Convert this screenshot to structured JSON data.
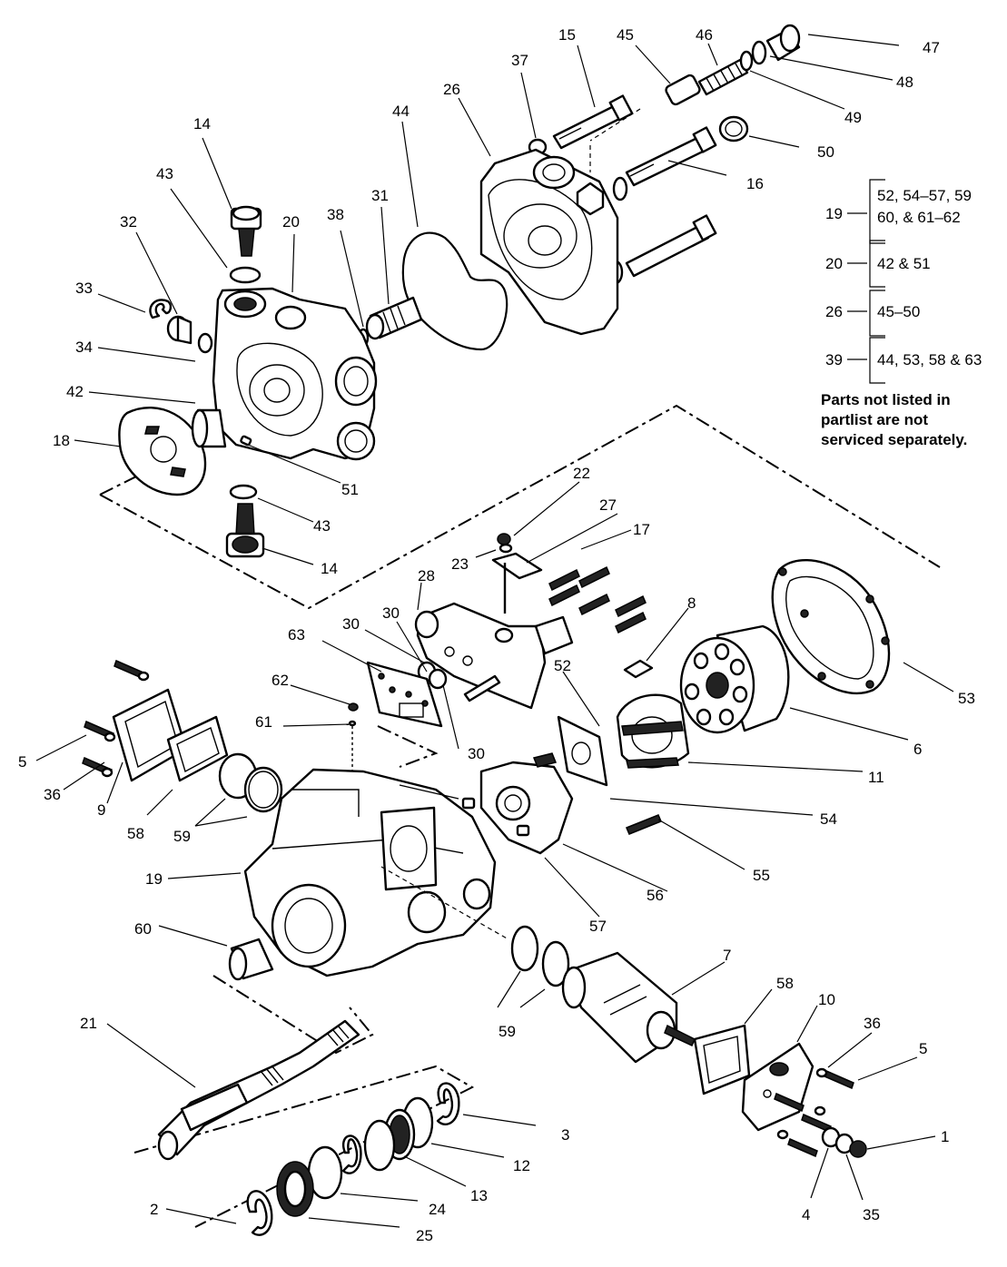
{
  "callouts": [
    {
      "id": "c15",
      "label": "15"
    },
    {
      "id": "c45",
      "label": "45"
    },
    {
      "id": "c46",
      "label": "46"
    },
    {
      "id": "c47",
      "label": "47"
    },
    {
      "id": "c48",
      "label": "48"
    },
    {
      "id": "c49",
      "label": "49"
    },
    {
      "id": "c50",
      "label": "50"
    },
    {
      "id": "c37",
      "label": "37"
    },
    {
      "id": "c26",
      "label": "26"
    },
    {
      "id": "c44",
      "label": "44"
    },
    {
      "id": "c16",
      "label": "16"
    },
    {
      "id": "c14a",
      "label": "14"
    },
    {
      "id": "c43a",
      "label": "43"
    },
    {
      "id": "c32",
      "label": "32"
    },
    {
      "id": "c20",
      "label": "20"
    },
    {
      "id": "c38",
      "label": "38"
    },
    {
      "id": "c31",
      "label": "31"
    },
    {
      "id": "c33",
      "label": "33"
    },
    {
      "id": "c34",
      "label": "34"
    },
    {
      "id": "c42",
      "label": "42"
    },
    {
      "id": "c18",
      "label": "18"
    },
    {
      "id": "c51",
      "label": "51"
    },
    {
      "id": "c43b",
      "label": "43"
    },
    {
      "id": "c14b",
      "label": "14"
    },
    {
      "id": "c22",
      "label": "22"
    },
    {
      "id": "c27",
      "label": "27"
    },
    {
      "id": "c17",
      "label": "17"
    },
    {
      "id": "c23",
      "label": "23"
    },
    {
      "id": "c28",
      "label": "28"
    },
    {
      "id": "c30a",
      "label": "30"
    },
    {
      "id": "c30b",
      "label": "30"
    },
    {
      "id": "c63",
      "label": "63"
    },
    {
      "id": "c8",
      "label": "8"
    },
    {
      "id": "c53",
      "label": "53"
    },
    {
      "id": "c62",
      "label": "62"
    },
    {
      "id": "c61",
      "label": "61"
    },
    {
      "id": "c52",
      "label": "52"
    },
    {
      "id": "c30c",
      "label": "30"
    },
    {
      "id": "c6",
      "label": "6"
    },
    {
      "id": "c11",
      "label": "11"
    },
    {
      "id": "c5a",
      "label": "5"
    },
    {
      "id": "c36a",
      "label": "36"
    },
    {
      "id": "c9",
      "label": "9"
    },
    {
      "id": "c58a",
      "label": "58"
    },
    {
      "id": "c59a",
      "label": "59"
    },
    {
      "id": "c54",
      "label": "54"
    },
    {
      "id": "c55",
      "label": "55"
    },
    {
      "id": "c19",
      "label": "19"
    },
    {
      "id": "c56",
      "label": "56"
    },
    {
      "id": "c57",
      "label": "57"
    },
    {
      "id": "c60",
      "label": "60"
    },
    {
      "id": "c7",
      "label": "7"
    },
    {
      "id": "c58b",
      "label": "58"
    },
    {
      "id": "c10",
      "label": "10"
    },
    {
      "id": "c36b",
      "label": "36"
    },
    {
      "id": "c5b",
      "label": "5"
    },
    {
      "id": "c59b",
      "label": "59"
    },
    {
      "id": "c21",
      "label": "21"
    },
    {
      "id": "c3",
      "label": "3"
    },
    {
      "id": "c12",
      "label": "12"
    },
    {
      "id": "c13",
      "label": "13"
    },
    {
      "id": "c1",
      "label": "1"
    },
    {
      "id": "c2",
      "label": "2"
    },
    {
      "id": "c24",
      "label": "24"
    },
    {
      "id": "c25",
      "label": "25"
    },
    {
      "id": "c4",
      "label": "4"
    },
    {
      "id": "c35",
      "label": "35"
    }
  ],
  "legend": [
    {
      "assembly": "19",
      "parts_line1": "52, 54–57, 59",
      "parts_line2": "60, & 61–62"
    },
    {
      "assembly": "20",
      "parts_line1": "42 & 51",
      "parts_line2": ""
    },
    {
      "assembly": "26",
      "parts_line1": "45–50",
      "parts_line2": ""
    },
    {
      "assembly": "39",
      "parts_line1": "44, 53, 58 & 63",
      "parts_line2": ""
    }
  ],
  "note": "Parts not listed in\npartlist are not\nserviced separately."
}
